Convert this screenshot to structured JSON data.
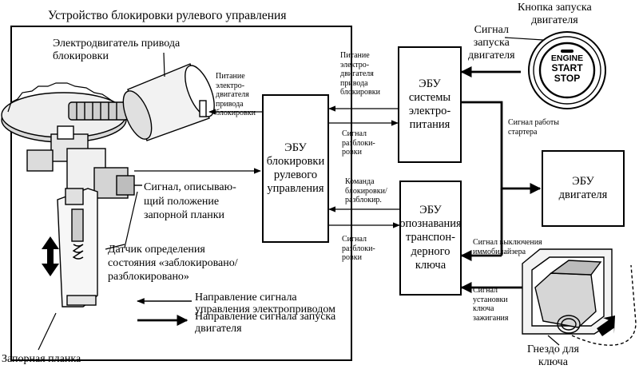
{
  "title": "Устройство блокировки рулевого управления",
  "labels": {
    "motor": "Электродвигатель привода\nблокировки",
    "position_signal": "Сигнал, описываю-\nщий положение\nзапорной планки",
    "sensor": "Датчик определения\nсостояния «заблокировано/\nразблокировано»",
    "lock_bar": "Запорная планка",
    "start_button": "Кнопка запуска\nдвигателя",
    "key_slot": "Гнездо для\nключа",
    "start_signal": "Сигнал\nзапуска\nдвигателя",
    "motor_power_left": "Питание\nэлектро-\nдвигателя\nпривода\nблокировки",
    "motor_power_right": "Питание\nэлектро-\nдвигателя\nпривода\nблокировки",
    "unlock_signal_upper": "Сигнал\nразблоки-\nровки",
    "lock_command": "Команда\nблокировки/\nразблокир.",
    "unlock_signal_lower": "Сигнал\nразблоки-\nровки",
    "starter_signal": "Сигнал работы\nстартера",
    "immobilizer_off": "Сигнал выключения\nиммобилайзера",
    "key_set_signal": "Сигнал\nустановки\nключа\nзажигания"
  },
  "boxes": {
    "steering_ecu": "ЭБУ\nблокировки\nрулевого\nуправления",
    "power_ecu": "ЭБУ\nсистемы\nэлектро-\nпитания",
    "transponder_ecu": "ЭБУ\nопознавания\nтранспон-\nдерного\nключа",
    "engine_ecu": "ЭБУ\nдвигателя"
  },
  "button_text": [
    "ENGINE",
    "START",
    "STOP"
  ],
  "legend": [
    {
      "style": "thin",
      "label": "Направление сигнала\nуправления электроприводом"
    },
    {
      "style": "thick",
      "label": "Направление сигнала запуска\nдвигателя"
    }
  ]
}
